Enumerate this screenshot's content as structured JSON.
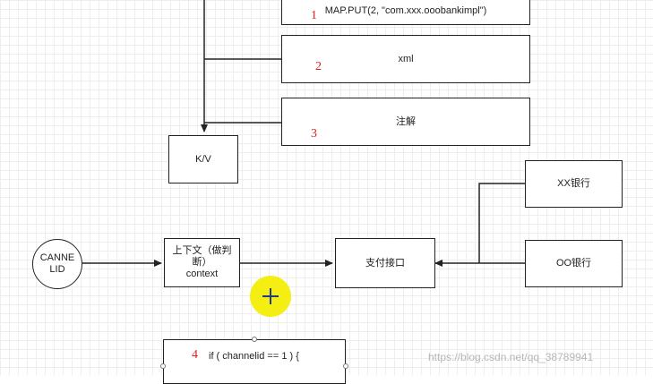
{
  "diagram": {
    "boxes": {
      "map_put": {
        "text": "MAP.PUT(2, \"com.xxx.ooobankimpl\")",
        "num": "1"
      },
      "xml": {
        "text": "xml",
        "num": "2"
      },
      "annotation": {
        "text": "注解",
        "num": "3"
      },
      "kv": {
        "text": "K/V"
      },
      "context": {
        "text": "上下文（做判\n断）\ncontext"
      },
      "payment": {
        "text": "支付接口"
      },
      "xx_bank": {
        "text": "XX银行"
      },
      "oo_bank": {
        "text": "OO银行"
      },
      "if_block": {
        "text": "if ( channelid == 1 ) {",
        "num": "4"
      }
    },
    "channel_node": {
      "text": "CANNE\nLID"
    }
  },
  "watermark": "https://blog.csdn.net/qq_38789941",
  "accent_color": "#f5ee12",
  "number_color": "#e0201f"
}
